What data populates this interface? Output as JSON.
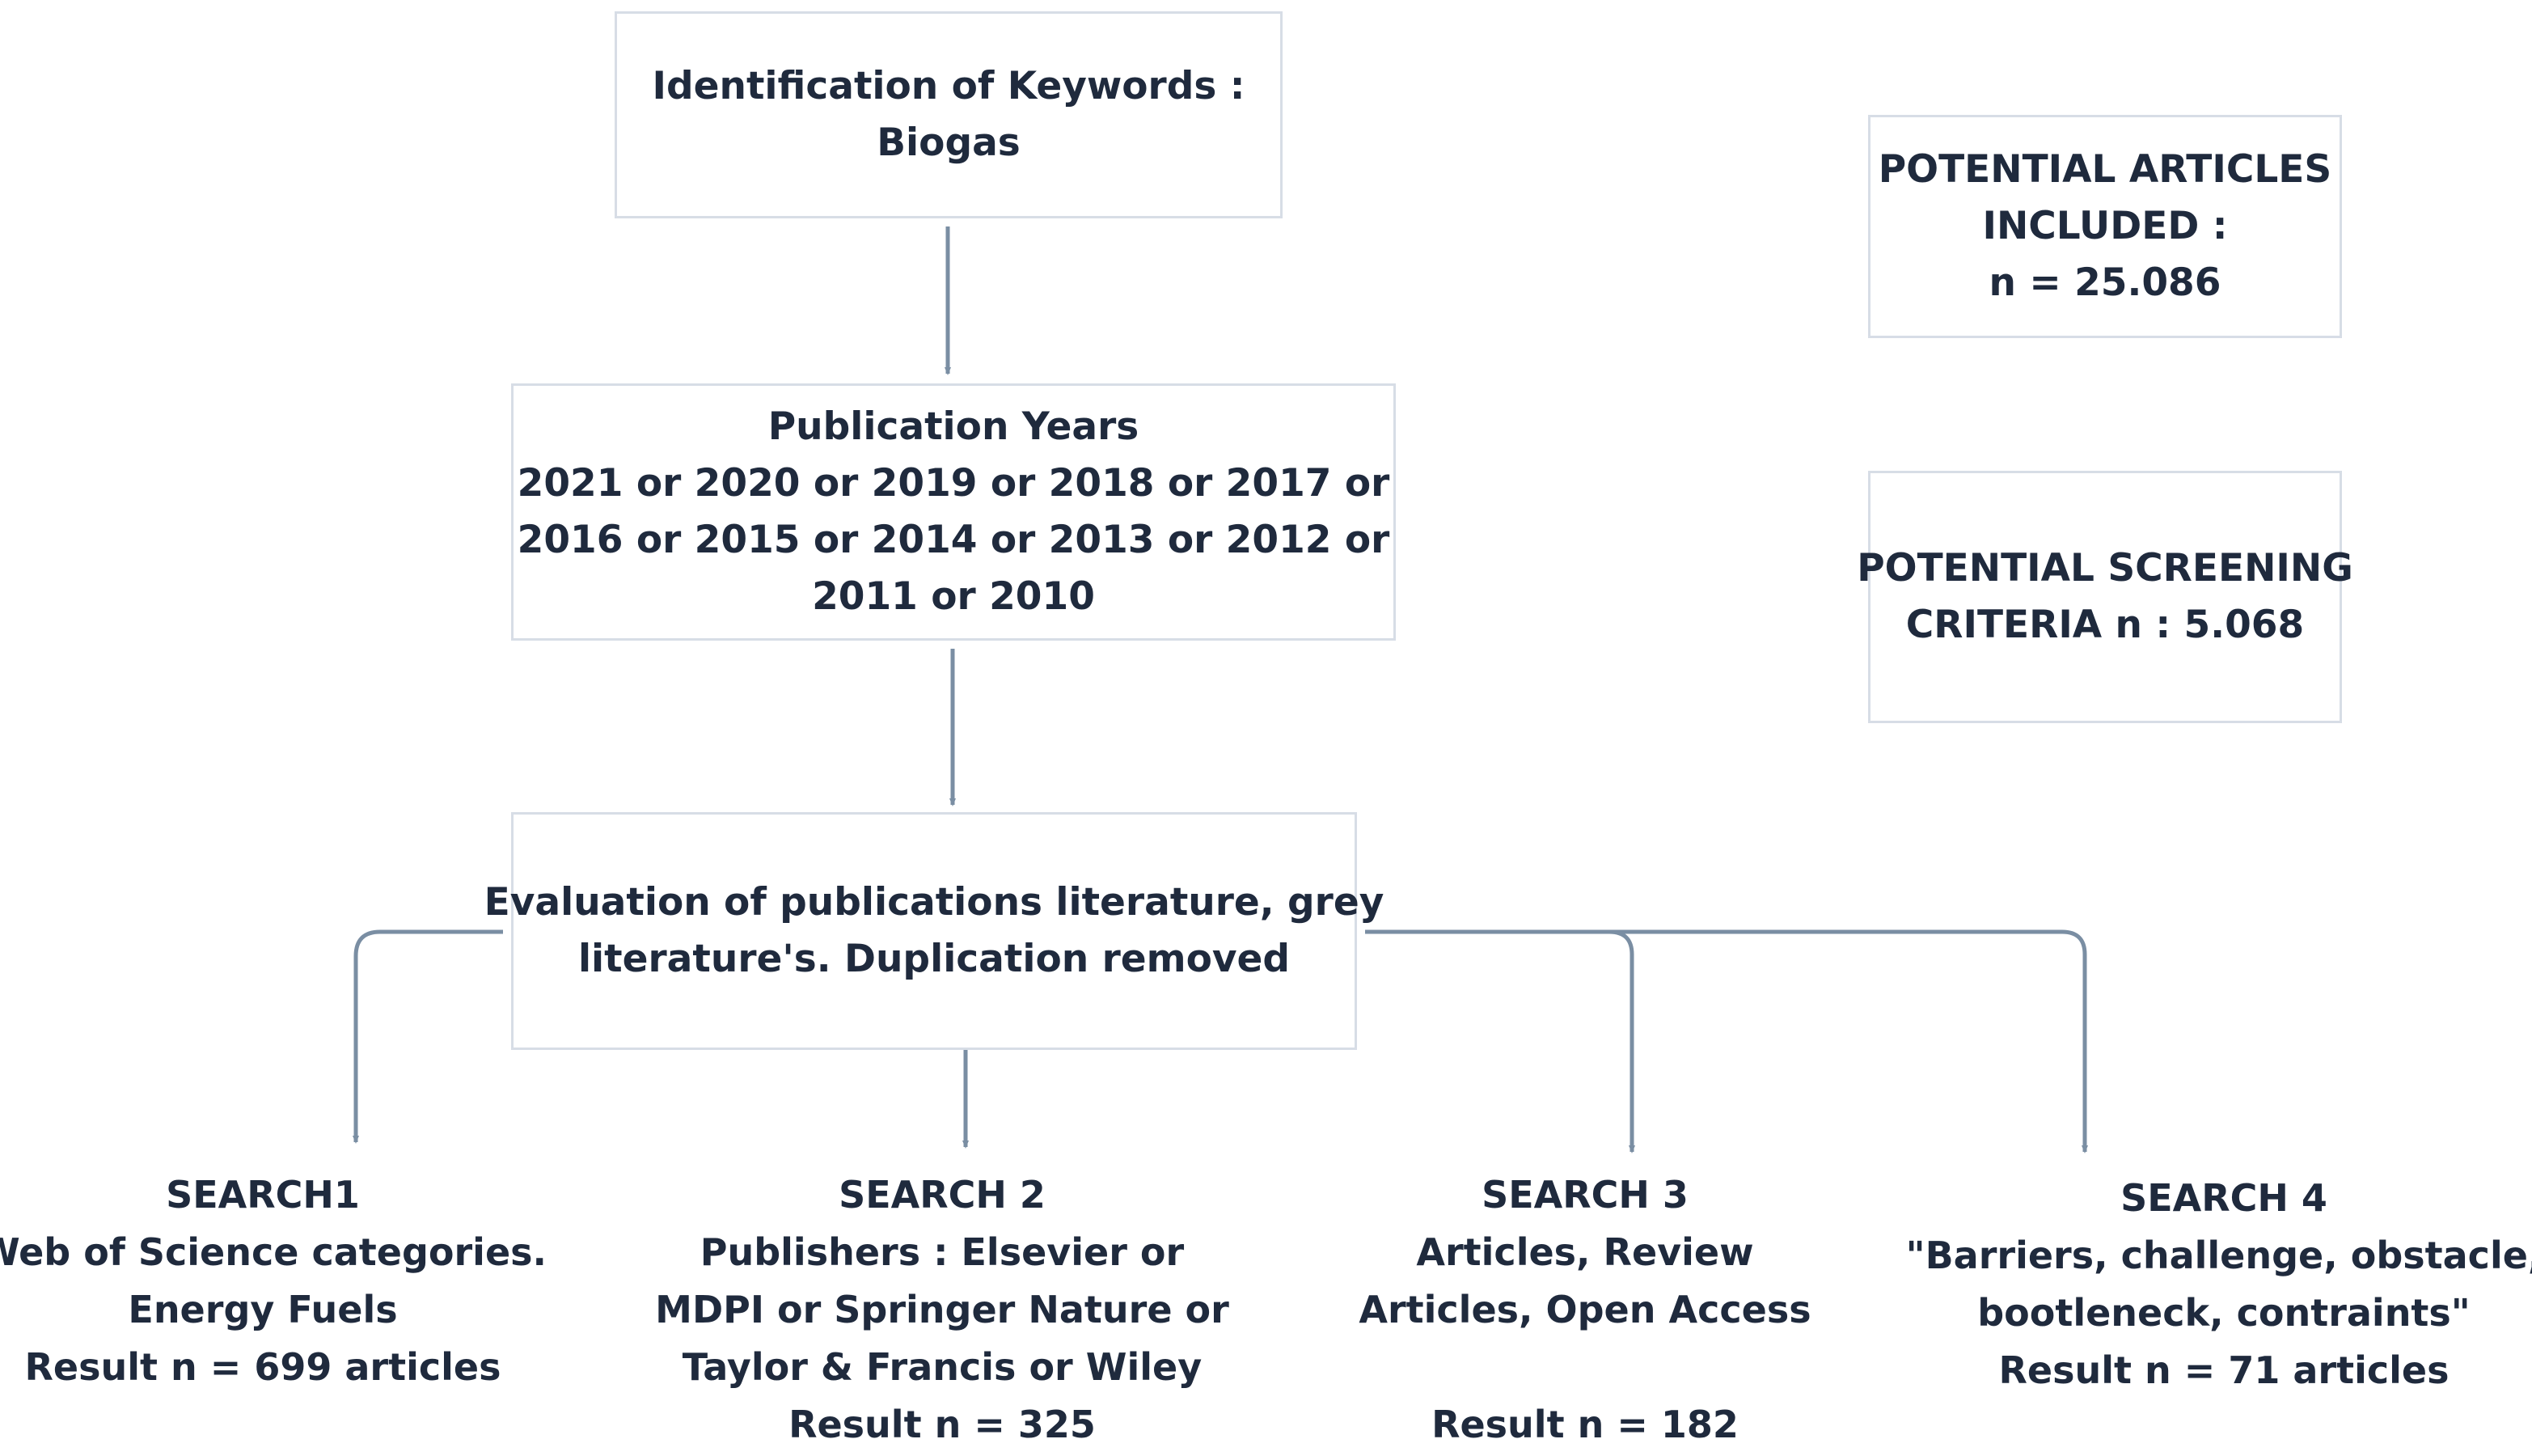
{
  "boxes": {
    "keywords": [
      "Identification of Keywords :",
      "Biogas"
    ],
    "years": [
      "Publication Years",
      "2021 or 2020 or 2019 or 2018 or 2017 or",
      "2016 or 2015 or 2014 or 2013 or 2012 or",
      "2011 or 2010"
    ],
    "evaluation": [
      "Evaluation of publications literature, grey",
      "literature's. Duplication removed"
    ],
    "potential_articles": [
      "POTENTIAL ARTICLES",
      "INCLUDED :",
      "n = 25.086"
    ],
    "potential_screening": [
      "POTENTIAL SCREENING",
      "CRITERIA n : 5.068"
    ]
  },
  "searches": {
    "search1": [
      "SEARCH1",
      "Web of Science categories.",
      "Energy Fuels",
      "Result n =  699 articles"
    ],
    "search2": [
      "SEARCH 2",
      "Publishers : Elsevier or",
      "MDPI or Springer Nature or",
      "Taylor & Francis or Wiley",
      "Result n = 325"
    ],
    "search3": [
      "SEARCH 3",
      "Articles, Review",
      "Articles,  Open Access",
      "",
      "Result n = 182"
    ],
    "search4": [
      "SEARCH 4",
      "\"Barriers, challenge, obstacle,",
      "bootleneck, contraints\"",
      "Result n = 71 articles"
    ]
  },
  "colors": {
    "connector": "#7a8ea3",
    "box_border": "#d7dde6",
    "text": "#1f2a3d"
  }
}
